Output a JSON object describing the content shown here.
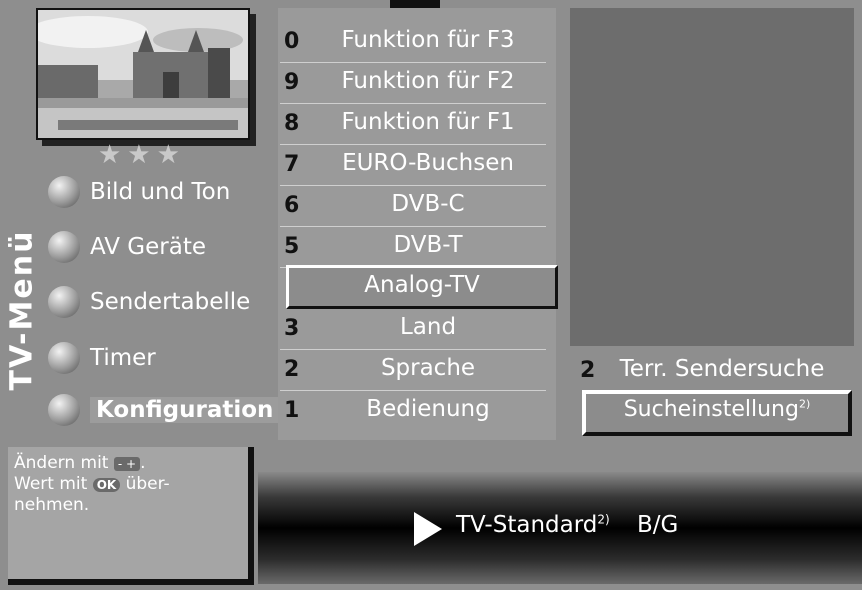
{
  "vertical_title": "TV-Menü",
  "stars": "★★★",
  "main_menu": [
    {
      "label": "Bild und Ton"
    },
    {
      "label": "AV Geräte"
    },
    {
      "label": "Sendertabelle"
    },
    {
      "label": "Timer"
    },
    {
      "label": "Konfiguration",
      "active": true
    }
  ],
  "config_list": [
    {
      "num": "0",
      "label": "Funktion für F3"
    },
    {
      "num": "9",
      "label": "Funktion für F2"
    },
    {
      "num": "8",
      "label": "Funktion für F1"
    },
    {
      "num": "7",
      "label": "EURO-Buchsen"
    },
    {
      "num": "6",
      "label": "DVB-C"
    },
    {
      "num": "5",
      "label": "DVB-T"
    },
    {
      "num": "",
      "label": "Analog-TV",
      "selected": true
    },
    {
      "num": "3",
      "label": "Land"
    },
    {
      "num": "2",
      "label": "Sprache"
    },
    {
      "num": "1",
      "label": "Bedienung"
    }
  ],
  "sub_list": [
    {
      "num": "2",
      "label": "Terr. Sendersuche"
    },
    {
      "num": "",
      "label": "Sucheinstellung",
      "sup": "2)",
      "selected": true
    }
  ],
  "help": {
    "line1_prefix": "Ändern mit",
    "keys_minus_plus": "- +",
    "line1_suffix": ".",
    "line2_prefix": "Wert mit",
    "key_ok": "OK",
    "line2_suffix": "über-",
    "line3": "nehmen."
  },
  "status": {
    "label": "TV-Standard",
    "sup": "2)",
    "value": "B/G"
  }
}
